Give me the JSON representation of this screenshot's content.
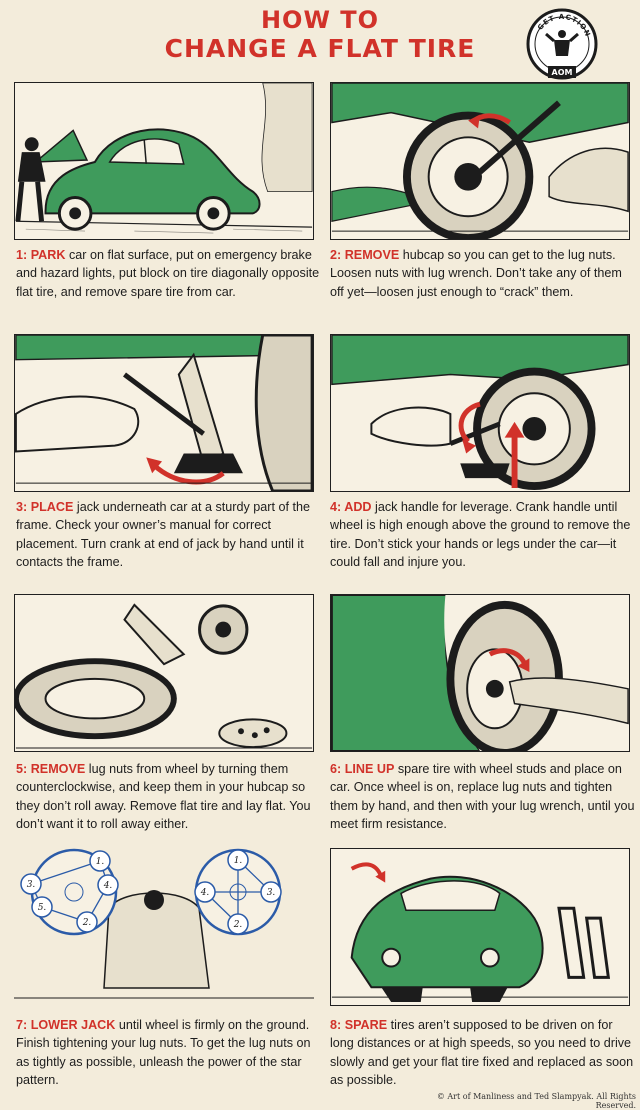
{
  "title": {
    "line1": "HOW TO",
    "line2": "CHANGE A FLAT TIRE"
  },
  "badge": {
    "top_text": "GET ACTION",
    "bottom_text": "AOM"
  },
  "steps": [
    {
      "num": "1: PARK",
      "text": " car on flat surface, put on emergency brake and hazard lights, put block on tire diagonally opposite flat tire, and remove spare tire from car."
    },
    {
      "num": "2: REMOVE",
      "text": " hubcap so you can get to the lug nuts. Loosen nuts with lug wrench. Don’t take any of them off yet—loosen just enough to “crack” them."
    },
    {
      "num": "3: PLACE",
      "text": " jack underneath car at a sturdy part of the frame. Check your owner’s manual for correct placement. Turn crank at end of jack by hand until it contacts the frame."
    },
    {
      "num": "4: ADD",
      "text": " jack handle for leverage. Crank handle until wheel is high enough above the ground to remove the tire. Don’t stick your hands or legs under the car—it could fall and injure you."
    },
    {
      "num": "5: REMOVE",
      "text": " lug nuts from wheel by turning them counterclockwise, and keep them in your hubcap so they don’t roll away. Remove flat tire and lay flat. You don’t want it to roll away either."
    },
    {
      "num": "6: LINE UP",
      "text": " spare tire with wheel studs and place on car. Once wheel is on, replace lug nuts and tighten them by hand, and then with your lug wrench, until you meet firm resistance."
    },
    {
      "num": "7: LOWER JACK",
      "text": " until wheel is firmly on the ground. Finish tightening your lug nuts. To get the lug nuts on as tightly as possible, unleash the power of the star pattern."
    },
    {
      "num": "8: SPARE",
      "text": " tires aren’t supposed to be driven on for long distances or at high speeds, so you need to drive slowly and get your flat tire fixed and replaced as soon as possible."
    }
  ],
  "star_pattern": {
    "left": [
      "1.",
      "4.",
      "2.",
      "5.",
      "3."
    ],
    "right": [
      "1.",
      "3.",
      "2.",
      "4."
    ]
  },
  "credit": "© Art of Manliness and Ted Slampyak. All Rights Reserved.",
  "colors": {
    "accent": "#d1322a",
    "car": "#3f9b5c",
    "background": "#f3ecdb",
    "diagram": "#2b5ba8"
  }
}
